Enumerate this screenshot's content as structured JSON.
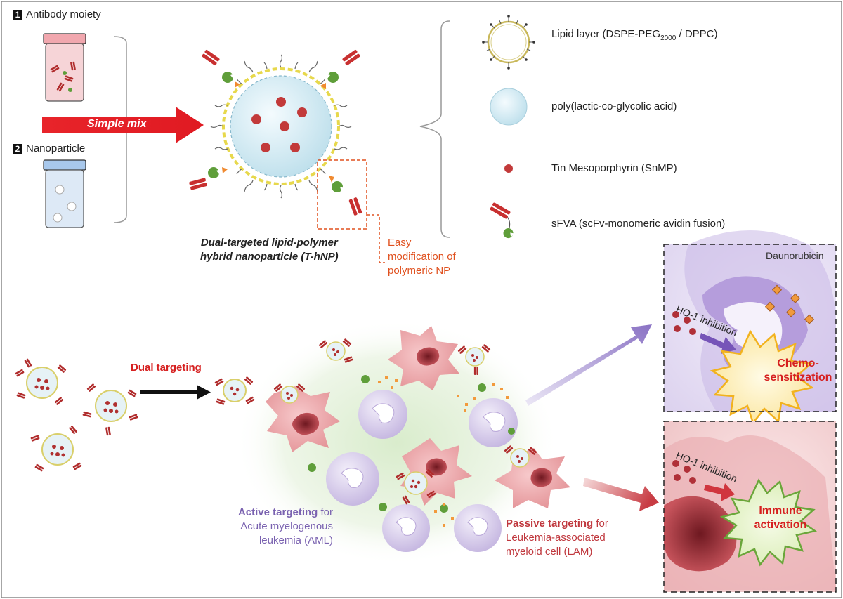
{
  "top": {
    "step1_num": "1",
    "step1_label": "Antibody moiety",
    "step2_num": "2",
    "step2_label": "Nanoparticle",
    "arrow_label": "Simple mix",
    "np_caption_line1": "Dual-targeted lipid-polymer",
    "np_caption_line2": "hybrid nanoparticle (T-hNP)",
    "easy_line1": "Easy",
    "easy_line2": "modification of",
    "easy_line3": "polymeric NP"
  },
  "legend": {
    "items": [
      {
        "label": "Lipid layer (DSPE-PEG",
        "sub": "2000",
        "tail": " / DPPC)",
        "icon": "lipid-layer-icon"
      },
      {
        "label": "poly(lactic-co-glycolic acid)",
        "icon": "plga-core-icon"
      },
      {
        "label": "Tin Mesoporphyrin (SnMP)",
        "icon": "snmp-dot-icon"
      },
      {
        "label": "sFVA (scFv-monomeric avidin fusion)",
        "icon": "sfva-icon"
      }
    ]
  },
  "bottom": {
    "dual_targeting": "Dual targeting",
    "active_bold": "Active targeting",
    "active_for": " for",
    "active_line2": "Acute myelogenous",
    "active_line3": "leukemia (AML)",
    "passive_bold": "Passive targeting",
    "passive_for": " for",
    "passive_line2": "Leukemia-associated",
    "passive_line3": "myeloid cell (LAM)"
  },
  "panel_top": {
    "drug": "Daunorubicin",
    "inhibition": "HO-1 inhibition",
    "burst_line1": "Chemo-",
    "burst_line2": "sensitization"
  },
  "panel_bottom": {
    "inhibition": "HO-1 inhibition",
    "burst_line1": "Immune",
    "burst_line2": "activation"
  },
  "colors": {
    "red_label": "#d62020",
    "orange_label": "#e0501e",
    "purple_label": "#7a62b0",
    "passive_label": "#c0383e",
    "core": "#d8eef6",
    "lipid_ring": "#f0e060",
    "snmp": "#c23a3a",
    "antibody": "#c83030",
    "avidin": "#5f9e3a",
    "drug": "#f0a050",
    "aml_cell": "#d9cfeb",
    "lam_cell": "#e8a0a4"
  }
}
